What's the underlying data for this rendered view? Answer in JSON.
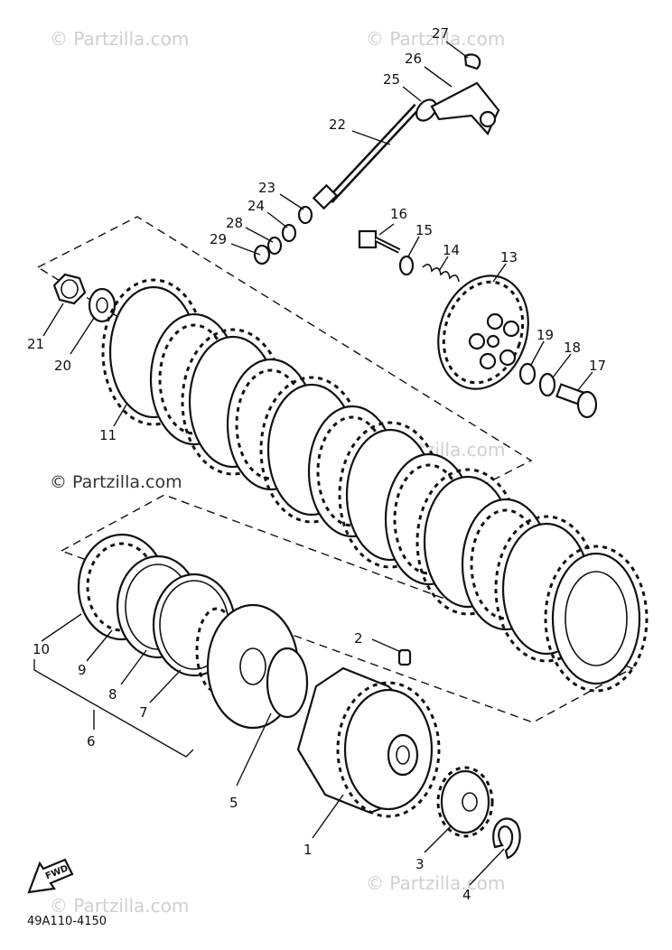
{
  "diagram_code": "49A110-4150",
  "fwd_label": "FWD",
  "watermarks": [
    "© Partzilla.com",
    "© Partzilla.com",
    "© Partzilla.com",
    "© Partzilla.com",
    "© Partzilla.com",
    "© Partzilla.com"
  ],
  "callouts": {
    "c1": "1",
    "c2": "2",
    "c3": "3",
    "c4": "4",
    "c5": "5",
    "c6": "6",
    "c7": "7",
    "c8": "8",
    "c9": "9",
    "c10": "10",
    "c11": "11",
    "c13": "13",
    "c14": "14",
    "c15": "15",
    "c16": "16",
    "c17": "17",
    "c18": "18",
    "c19": "19",
    "c20": "20",
    "c21": "21",
    "c22": "22",
    "c23": "23",
    "c24": "24",
    "c25": "25",
    "c26": "26",
    "c27": "27",
    "c28": "28",
    "c29": "29"
  }
}
